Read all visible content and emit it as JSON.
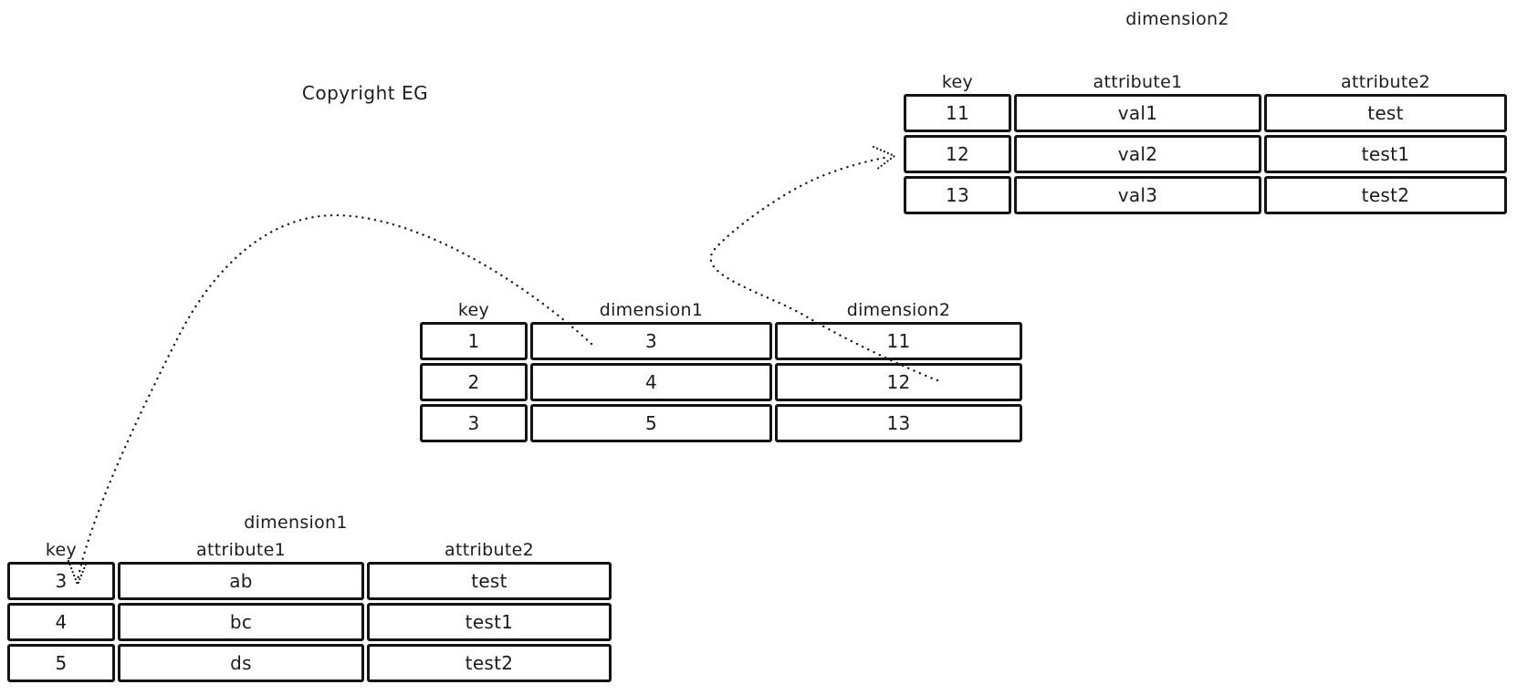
{
  "canvas": {
    "background": "#ffffff",
    "ink": "#1c1c1c"
  },
  "copyright_note": "Copyright EG",
  "tables": {
    "dimension2": {
      "title": "dimension2",
      "headers": [
        "key",
        "attribute1",
        "attribute2"
      ],
      "rows": [
        [
          "11",
          "val1",
          "test"
        ],
        [
          "12",
          "val2",
          "test1"
        ],
        [
          "13",
          "val3",
          "test2"
        ]
      ]
    },
    "fact": {
      "headers": [
        "key",
        "dimension1",
        "dimension2"
      ],
      "rows": [
        [
          "1",
          "3",
          "11"
        ],
        [
          "2",
          "4",
          "12"
        ],
        [
          "3",
          "5",
          "13"
        ]
      ]
    },
    "dimension1": {
      "title": "dimension1",
      "headers": [
        "key",
        "attribute1",
        "attribute2"
      ],
      "rows": [
        [
          "3",
          "ab",
          "test"
        ],
        [
          "4",
          "bc",
          "test1"
        ],
        [
          "5",
          "ds",
          "test2"
        ]
      ]
    }
  },
  "arrows": [
    {
      "name": "fact-dimension1-link",
      "from": "fact table dimension1 value 3",
      "to": "dimension1 table key 3",
      "style": "dotted"
    },
    {
      "name": "fact-dimension2-link",
      "from": "fact table dimension2 value 12",
      "to": "dimension2 table key 12",
      "style": "dotted"
    }
  ]
}
